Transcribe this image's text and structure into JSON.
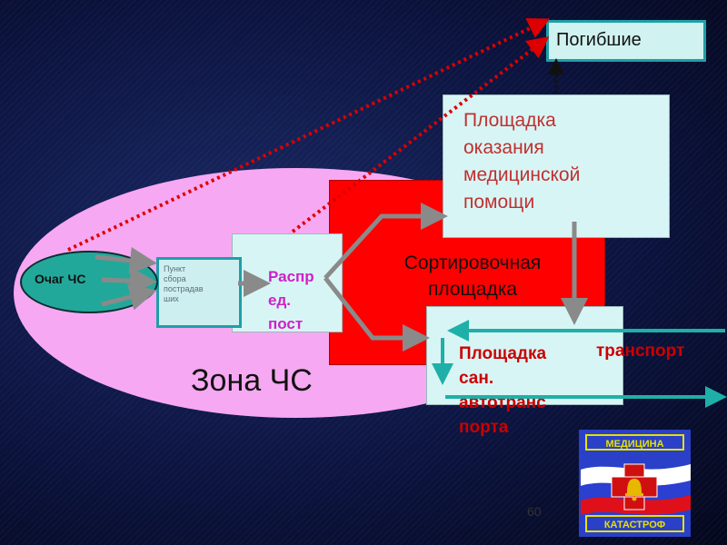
{
  "nodes": {
    "zone": "Зона ЧС",
    "sorting": "Сортировочная\nплощадка",
    "distribution": "Распр\nед.\nпост",
    "collection_point": "Пункт\nсбора\nпострадав\nших",
    "epicenter": "Очаг ЧС",
    "medical": "Площадка\nоказания\nмедицинской\nпомощи",
    "transport": "Площадка\nсан.\nавтотранс\nпорта",
    "transport_extra": "транспорт",
    "dead": "Погибшие"
  },
  "logo": {
    "top_text": "МЕДИЦИНА",
    "bottom_text": "КАТАСТРОФ"
  },
  "page_number": "60",
  "colors": {
    "zone": "#f7a8f2",
    "sorting": "#ff0000",
    "teal": "#1e9fa8",
    "gray_arrow": "#8a8a8a",
    "red_dotted": "#dd0000"
  }
}
